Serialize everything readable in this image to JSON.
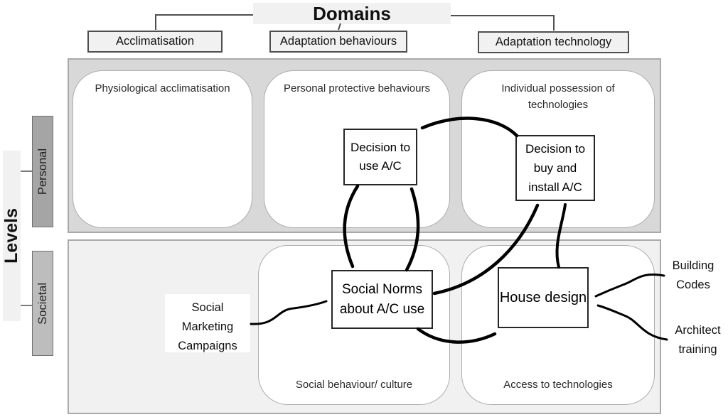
{
  "header": {
    "title": "Domains",
    "domains": [
      {
        "label": "Acclimatisation"
      },
      {
        "label": "Adaptation behaviours"
      },
      {
        "label": "Adaptation technology"
      }
    ]
  },
  "levels": {
    "title": "Levels",
    "rows": [
      {
        "label": "Personal"
      },
      {
        "label": "Societal"
      }
    ]
  },
  "cells": {
    "physiological_acclimatisation": "Physiological acclimatisation",
    "personal_protective_behaviours": "Personal protective behaviours",
    "individual_possession": "Individual possession of\ntechnologies",
    "social_behaviour_culture": "Social behaviour/ culture",
    "access_to_technologies": "Access to technologies"
  },
  "nodes": {
    "decision_use": "Decision to\nuse A/C",
    "decision_buy": "Decision to\nbuy and\ninstall A/C",
    "social_norms": "Social Norms\nabout A/C use",
    "house_design": "House design"
  },
  "externals": {
    "social_marketing": "Social\nMarketing\nCampaigns",
    "building_codes": "Building\nCodes",
    "architect_training": "Architect\ntraining"
  },
  "colors": {
    "personal_panel": "#d8d8d8",
    "societal_panel": "#f1f1f1",
    "personal_bar": "#a5a5a5",
    "societal_bar": "#bdbdbd",
    "header_box_bg": "#f1f1f1",
    "arrow": "#000000",
    "connector": "#4f4f4f"
  }
}
